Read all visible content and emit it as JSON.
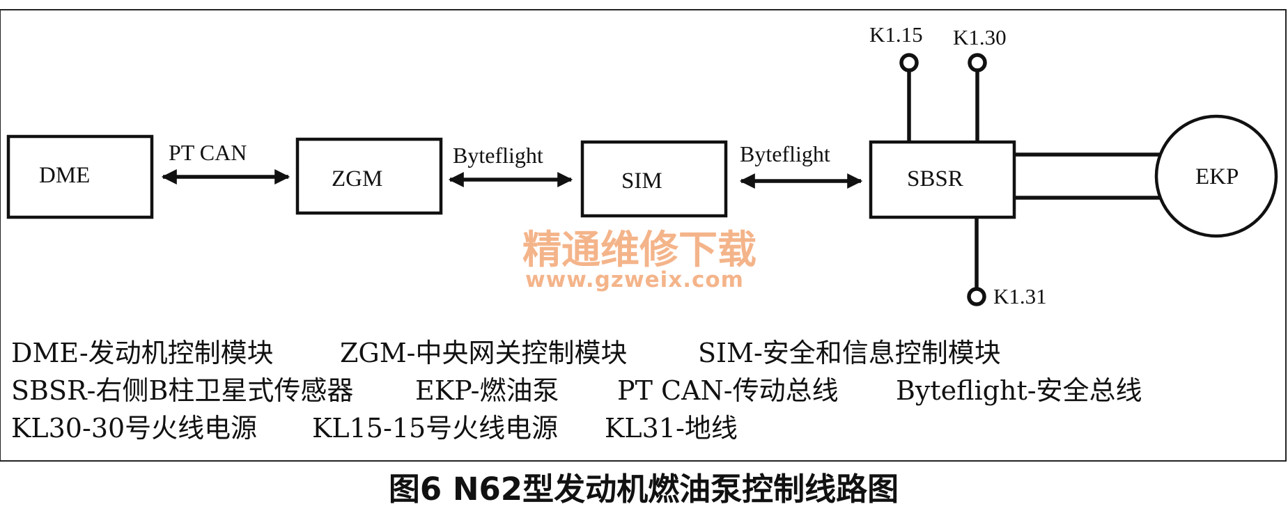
{
  "modules": {
    "dme": "DME",
    "zgm": "ZGM",
    "sim": "SIM",
    "sbsr": "SBSR",
    "ekp": "EKP"
  },
  "buses": {
    "pt_can": "PT CAN",
    "byteflight_1": "Byteflight",
    "byteflight_2": "Byteflight"
  },
  "terminals": {
    "k115": "K1.15",
    "k130": "K1.30",
    "k131": "K1.31"
  },
  "legend": {
    "row1": [
      "DME-发动机控制模块",
      "ZGM-中央网关控制模块",
      "SIM-安全和信息控制模块"
    ],
    "row2": [
      "SBSR-右侧B柱卫星式传感器",
      "EKP-燃油泵",
      "PT CAN-传动总线",
      "Byteflight-安全总线"
    ],
    "row3": [
      "KL30-30号火线电源",
      "KL15-15号火线电源",
      "KL31-地线"
    ]
  },
  "watermark": {
    "text": "精通维修下载",
    "url": "www.gzweix.com"
  },
  "caption": "图6 N62型发动机燃油泵控制线路图"
}
